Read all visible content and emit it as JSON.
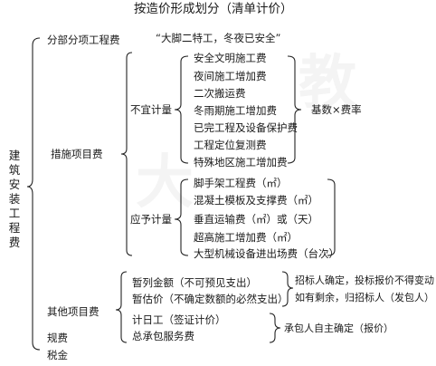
{
  "title": "按造价形成划分（清单计价）",
  "root_label_chars": [
    "建",
    "筑",
    "安",
    "装",
    "工",
    "程",
    "费"
  ],
  "top_level": {
    "fenbu": "分部分项工程费",
    "cuoshi": "措施项目费",
    "qita": "其他项目费",
    "guifei": "规费",
    "shuijin": "税金"
  },
  "slogan": "“大脚二特工，冬夜已安全”",
  "not_priced": {
    "label": "不宜计量",
    "items": [
      "安全文明施工费",
      "夜间施工增加费",
      "二次搬运费",
      "冬雨期施工增加费",
      "已完工程及设备保护费",
      "工程定位复测费",
      "特殊地区施工增加费"
    ],
    "formula": "基数×费率"
  },
  "priced": {
    "label": "应予计量",
    "items": [
      "脚手架工程费（㎡）",
      "混凝土模板及支撑费（㎡）",
      "垂直运输费（㎡）或（天）",
      "超高施工增加费（㎡）",
      "大型机械设备进出场费（台次）"
    ]
  },
  "other": {
    "items": [
      "暂列金额（不可预见支出）",
      "暂估价（不确定数额的必然支出）",
      "计日工（签证计价）",
      "总承包服务费"
    ],
    "note_a1": "招标人确定，投标报价不得变动",
    "note_a2": "如有剩余，归招标人（发包人）",
    "note_b": "承包人自主确定（报价）"
  }
}
